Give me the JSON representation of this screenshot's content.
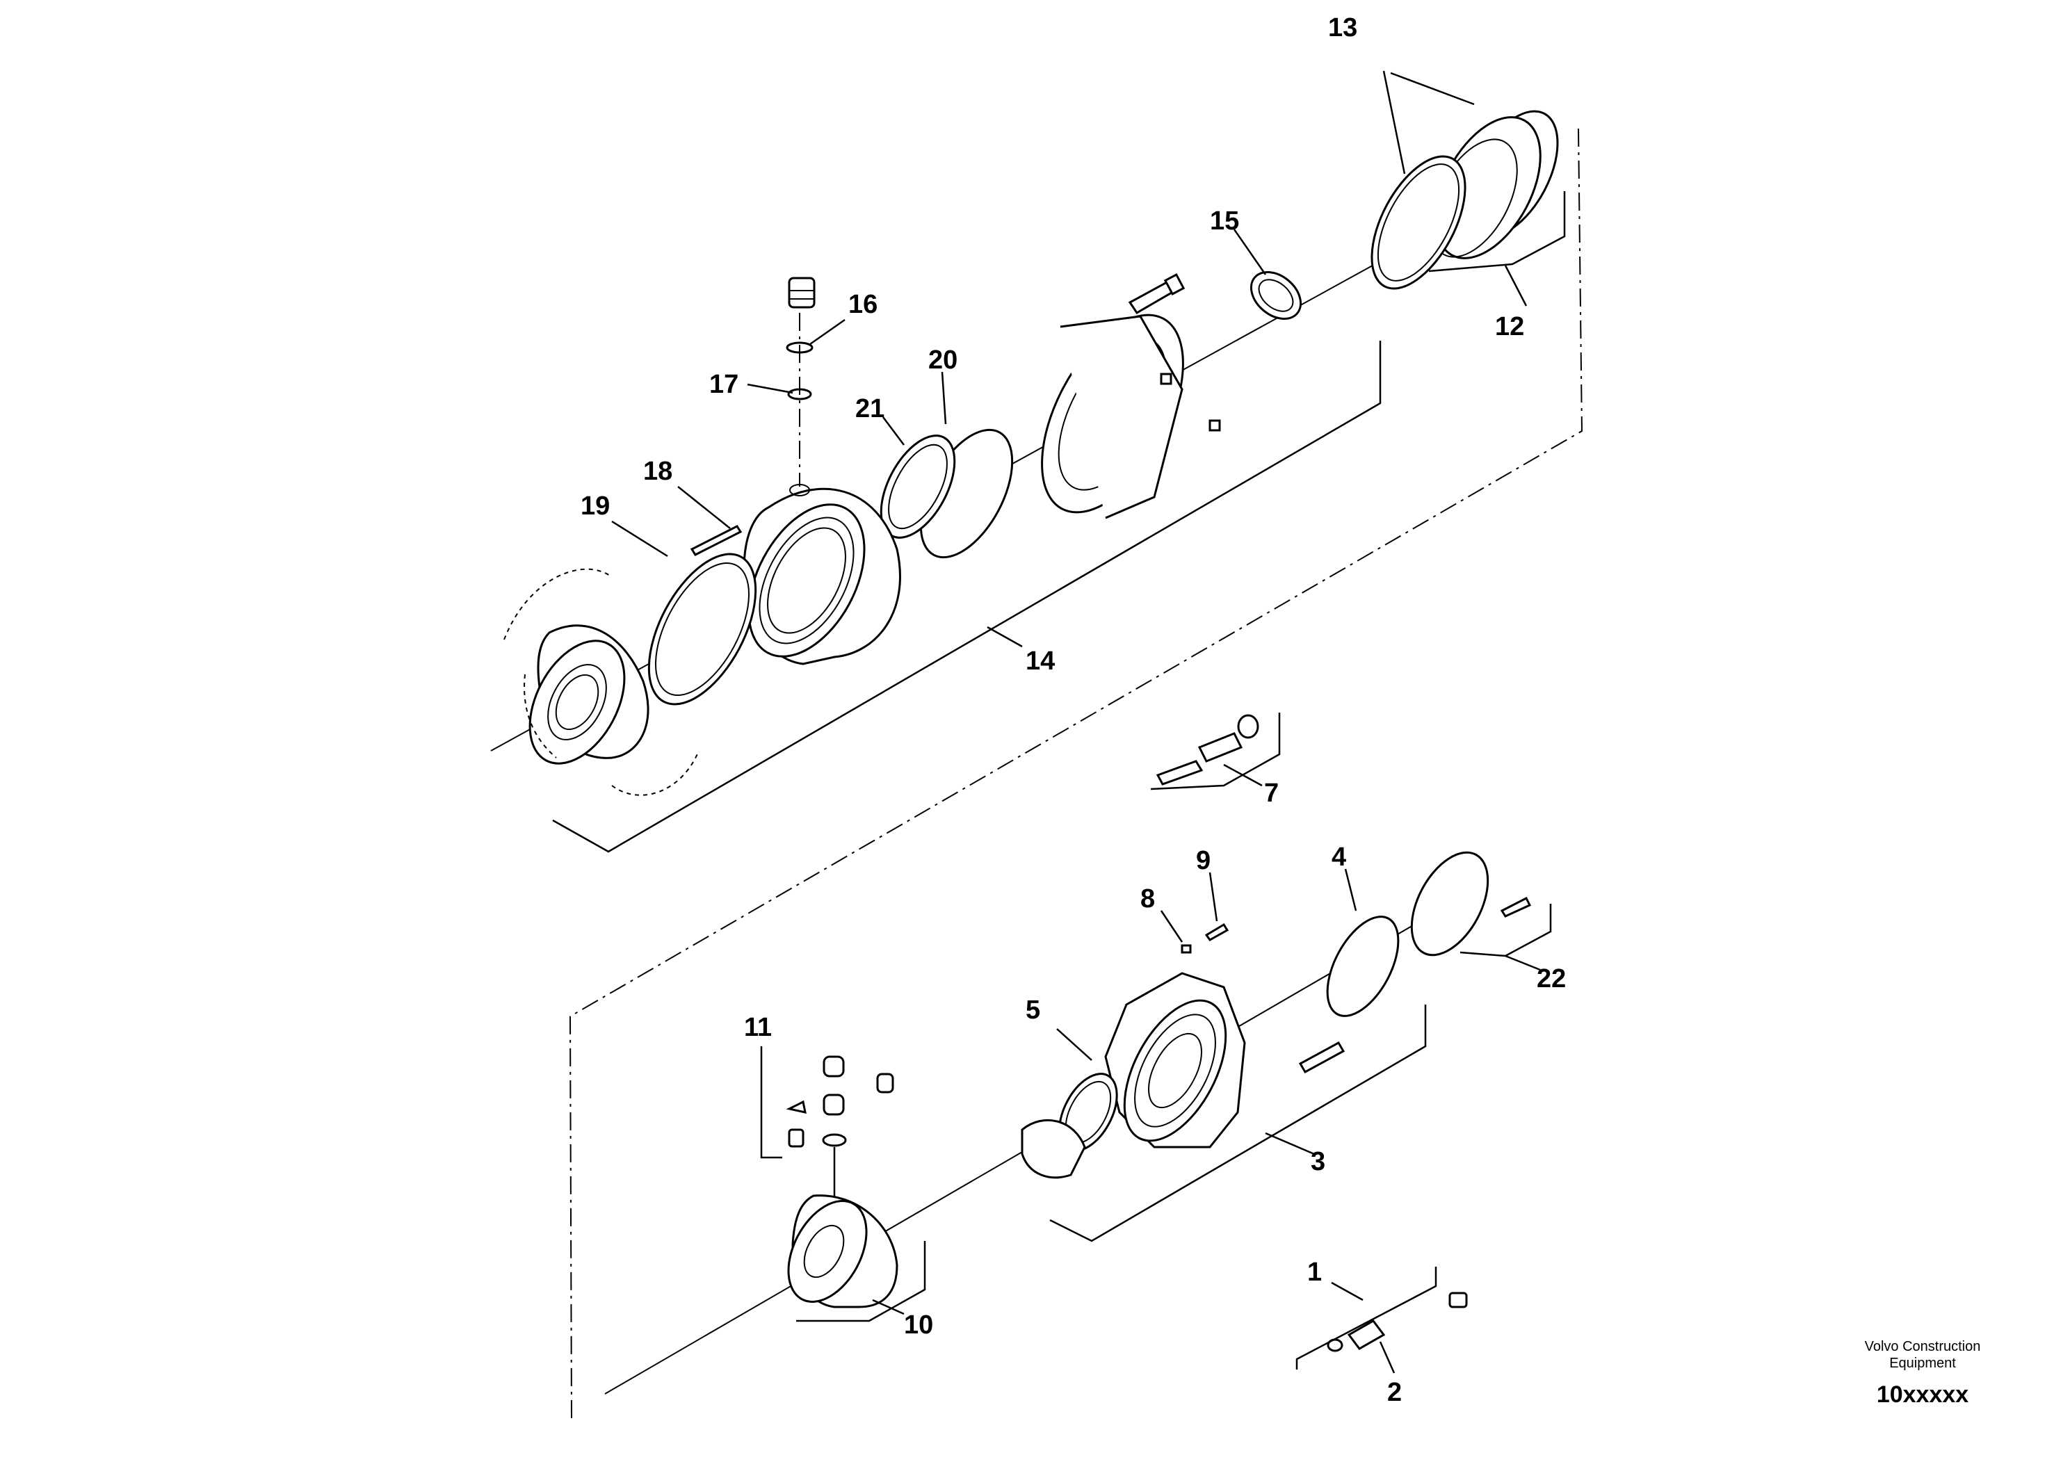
{
  "callouts": {
    "c1": "1",
    "c2": "2",
    "c3": "3",
    "c4": "4",
    "c5": "5",
    "c7": "7",
    "c8": "8",
    "c9": "9",
    "c10": "10",
    "c11": "11",
    "c12": "12",
    "c13": "13",
    "c14": "14",
    "c15": "15",
    "c16": "16",
    "c17": "17",
    "c18": "18",
    "c19": "19",
    "c20": "20",
    "c21": "21",
    "c22": "22"
  },
  "footer": {
    "brand_line1": "Volvo Construction",
    "brand_line2": "Equipment",
    "drawing_code": "10xxxxx"
  }
}
